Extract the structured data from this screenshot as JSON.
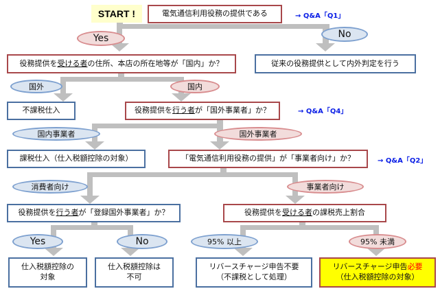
{
  "start": {
    "label": "START !"
  },
  "nodes": {
    "q_electric": {
      "text": "電気通信利用役務の提供である",
      "link": "→ Q&A「Q1」"
    },
    "q_recipient_domestic": {
      "pre": "役務提供を",
      "u": "受ける者",
      "post": "の住所、本店の所在地等が「国内」か？"
    },
    "conventional": {
      "text": "従来の役務提供として内外判定を行う"
    },
    "nontaxable": {
      "text": "不課税仕入"
    },
    "q_provider_foreign": {
      "pre": "役務提供を",
      "u": "行う者",
      "post": "が「国外事業者」か？",
      "link": "→ Q&A「Q4」"
    },
    "taxable": {
      "text": "課税仕入（仕入税額控除の対象）"
    },
    "q_business": {
      "text": "「電気通信利用役務の提供」が「事業者向け」か？",
      "link": "→ Q&A「Q2」"
    },
    "q_registered": {
      "pre": "役務提供を",
      "u": "行う者",
      "post": "が「登録国外事業者」か？"
    },
    "q_ratio": {
      "pre": "役務提供を",
      "u": "受ける者",
      "post": "の課税売上割合"
    },
    "deductible": {
      "line1": "仕入税額控除の",
      "line2": "対象"
    },
    "not_deductible": {
      "line1": "仕入税額控除は",
      "line2": "不可"
    },
    "rc_not_required": {
      "line1": "リバースチャージ申告不要",
      "line2": "（不課税として処理）"
    },
    "rc_required": {
      "line1_pre": "リバースチャージ申告",
      "line1_em": "必要",
      "line2": "（仕入税額控除の対象）"
    }
  },
  "labels": {
    "yes1": "Yes",
    "no1": "No",
    "abroad": "国外",
    "domestic": "国内",
    "domestic_biz": "国内事業者",
    "foreign_biz": "国外事業者",
    "consumer": "消費者向け",
    "business": "事業者向け",
    "yes2": "Yes",
    "no2": "No",
    "over95": "95% 以上",
    "under95": "95% 未満"
  },
  "colors": {
    "connector": "#bfbfbf",
    "link": "#0a1ee6",
    "highlight": "#ffff00",
    "emphasis": "#ff0000"
  }
}
